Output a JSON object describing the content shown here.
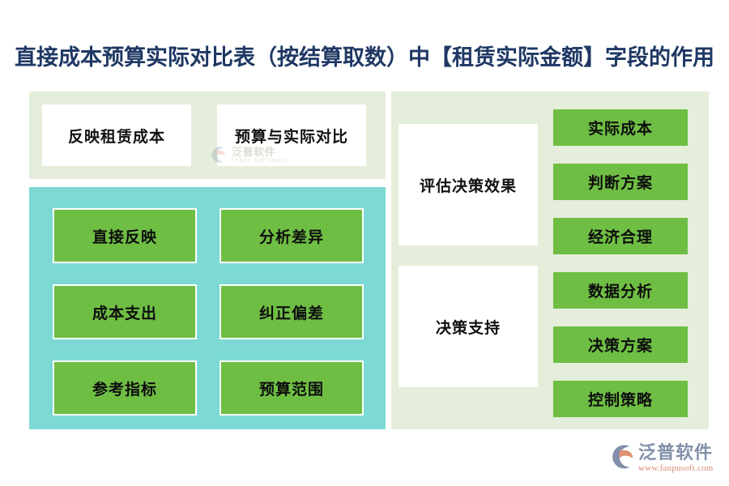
{
  "title": "直接成本预算实际对比表（按结算取数）中【租赁实际金额】字段的作用",
  "colors": {
    "title_text": "#1F3864",
    "panel_light_green": "#E4EEDA",
    "panel_cyan": "#7CD9D3",
    "card_green": "#6FBE44",
    "card_white": "#FFFFFF",
    "page_background": "#FFFFFF",
    "logo_blue": "#8190A8",
    "logo_orange": "#E09270"
  },
  "left_top_panel": {
    "cards": [
      {
        "label": "反映租赁成本"
      },
      {
        "label": "预算与实际对比"
      }
    ]
  },
  "left_bottom_panel": {
    "cards": [
      {
        "label": "直接反映"
      },
      {
        "label": "分析差异"
      },
      {
        "label": "成本支出"
      },
      {
        "label": "纠正偏差"
      },
      {
        "label": "参考指标"
      },
      {
        "label": "预算范围"
      }
    ]
  },
  "right_panel": {
    "groups": [
      {
        "label": "评估决策效果",
        "items": [
          {
            "label": "实际成本"
          },
          {
            "label": "判断方案"
          },
          {
            "label": "经济合理"
          }
        ]
      },
      {
        "label": "决策支持",
        "items": [
          {
            "label": "数据分析"
          },
          {
            "label": "决策方案"
          },
          {
            "label": "控制策略"
          }
        ]
      }
    ]
  },
  "watermark": {
    "cn": "泛普软件",
    "en": "FANPU SOFTWARE"
  },
  "logo": {
    "cn": "泛普软件",
    "url": "www.fanpusoft.com"
  }
}
